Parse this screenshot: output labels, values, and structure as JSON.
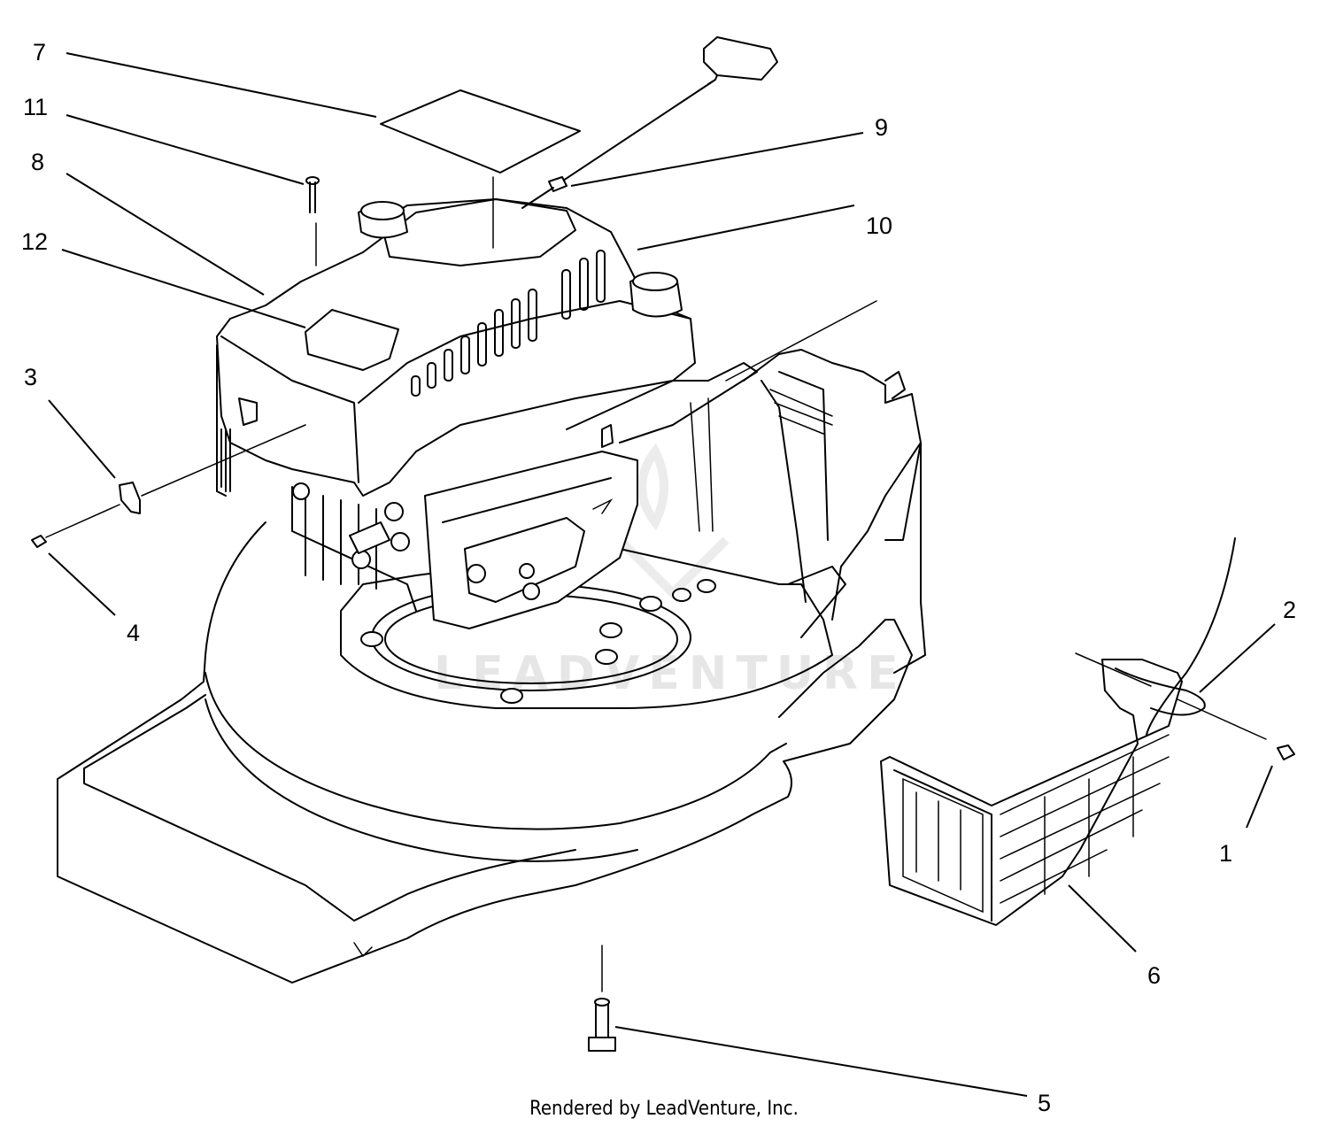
{
  "callouts": [
    {
      "id": "7",
      "label": "7"
    },
    {
      "id": "11",
      "label": "11"
    },
    {
      "id": "8",
      "label": "8"
    },
    {
      "id": "12",
      "label": "12"
    },
    {
      "id": "3",
      "label": "3"
    },
    {
      "id": "4",
      "label": "4"
    },
    {
      "id": "9",
      "label": "9"
    },
    {
      "id": "10",
      "label": "10"
    },
    {
      "id": "2",
      "label": "2"
    },
    {
      "id": "1",
      "label": "1"
    },
    {
      "id": "6",
      "label": "6"
    },
    {
      "id": "5",
      "label": "5"
    }
  ],
  "watermark": "LEADVENTURE",
  "credit": "Rendered by LeadVenture, Inc."
}
